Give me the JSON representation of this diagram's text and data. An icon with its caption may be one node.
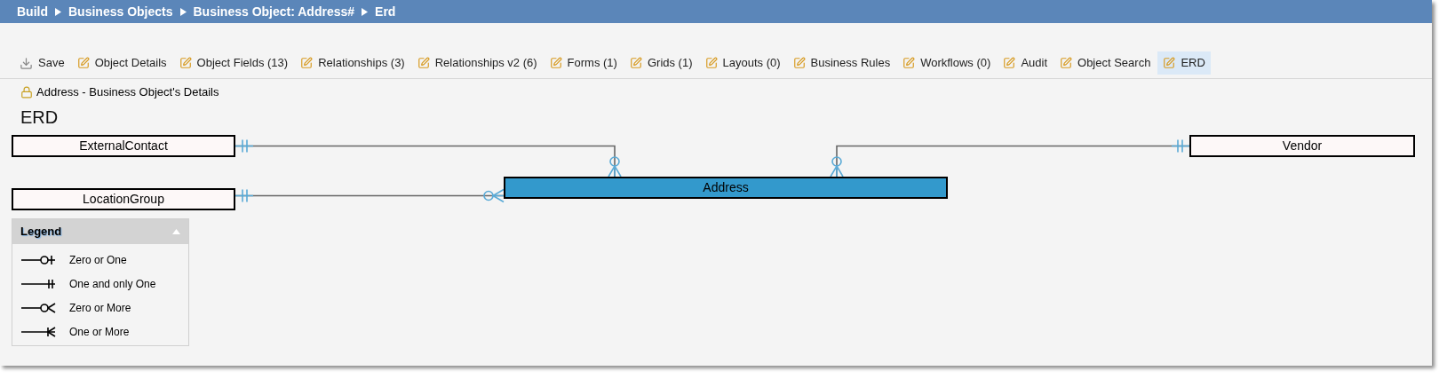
{
  "diagram": {
    "title": "ERD",
    "nodes": [
      {
        "text": [
          "ExternalContact"
        ]
      },
      {
        "text": [
          "Vendor"
        ]
      },
      {
        "text": [
          "LocationGroup"
        ]
      },
      {
        "text": [
          "Address"
        ]
      }
    ],
    "edges": [
      {
        "from": 0,
        "to": 3,
        "arrow": "other"
      },
      {
        "from": 1,
        "to": 3,
        "arrow": "other"
      },
      {
        "from": 2,
        "to": 3,
        "arrow": "other"
      }
    ],
    "labels": [
      "Build",
      "Business Objects",
      "Business Object: Address#",
      "Erd",
      "Save",
      "Object Details",
      "Object Fields (13)",
      "Relationships (3)",
      "Relationships v2 (6)",
      "Forms (1)",
      "Grids (1)",
      "Layouts (0)",
      "Business Rules",
      "Workflows (0)",
      "Audit",
      "Object Search",
      "ERD",
      "Address - Business Object's Details",
      "Legend"
    ],
    "legend": [
      {
        "text": "Zero or One"
      },
      {
        "text": "One and only One"
      },
      {
        "text": "Zero or More"
      },
      {
        "text": "One or More"
      }
    ]
  }
}
